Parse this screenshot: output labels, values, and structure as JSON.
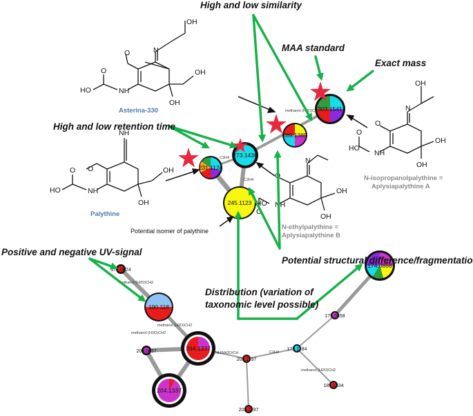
{
  "callouts": {
    "similarity": "High and low similarity",
    "maa_standard": "MAA standard",
    "exact_mass": "Exact mass",
    "retention_time": "High and low retention time",
    "uv_signal": "Positive and negative UV-signal",
    "structural": "Potential structural difference/fragmentation",
    "distribution_line1": "Distribution (variation of",
    "distribution_line2": "taxonomic level possible)"
  },
  "compounds": {
    "asterina": "Asterina-330",
    "palythine": "Palythine",
    "isopropanol_line1": "N-isopropanolpalythine =",
    "isopropanol_line2": "Aplysiapalythine A",
    "ethyl_line1": "N-ethylpalythine =",
    "ethyl_line2": "Aplysiapalythine B",
    "isomer_note": "Potential isomer of palythine"
  },
  "chem_labels": {
    "oh": "OH",
    "ho": "HO",
    "n": "N",
    "nh": "NH",
    "h": "H",
    "o": "O",
    "imine": "NH"
  },
  "nodes": {
    "n245": "245.1123",
    "n273": "273.1436",
    "n289": "289.1385",
    "n303": "303.1541",
    "n231": "231.1124",
    "n177": "177.0524",
    "n190": "190.118",
    "n204": "204.1337",
    "n206": "206.0637",
    "n264": "264.1337",
    "n203a": "203.1197",
    "n203b": "203.1197",
    "n175": "175.0858",
    "n174": "174.0868",
    "n173": "173.1184",
    "n185": "185.1334"
  },
  "edges": {
    "methanol": "methanol (H2O)CH2",
    "c2h4": "C2H4",
    "nh3": "NH3/H2O/CH"
  },
  "colors": {
    "arrow_green": "#17b14a",
    "star_red": "#e8283c",
    "node_yellow": "#f7f711",
    "edge_gray": "#9a9a9a"
  }
}
